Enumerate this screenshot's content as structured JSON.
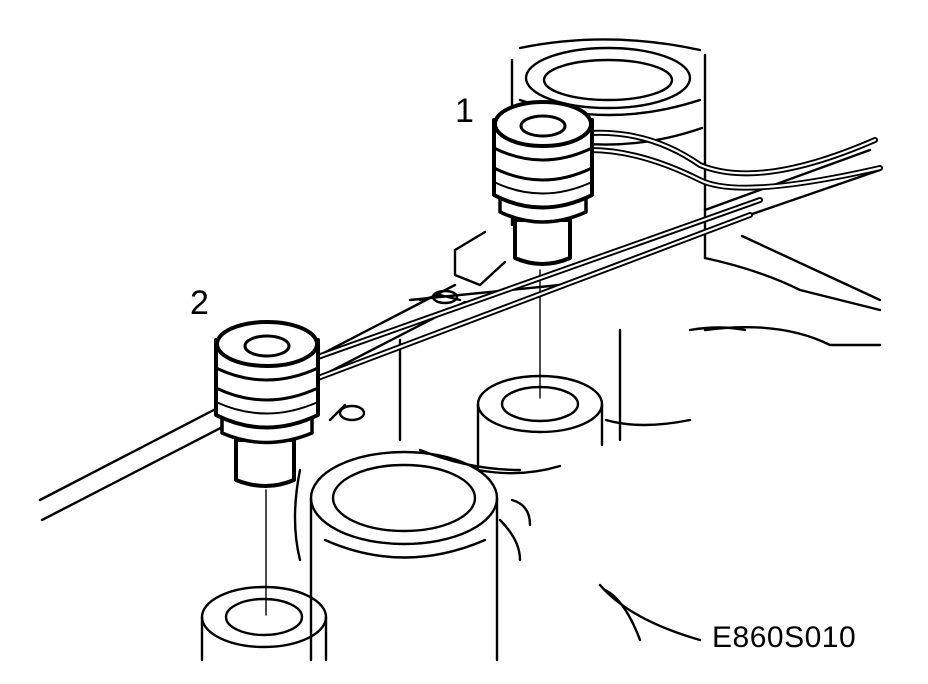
{
  "callouts": {
    "one": "1",
    "two": "2"
  },
  "figure_code": "E860S010",
  "colors": {
    "ink": "#000000",
    "paper": "#ffffff"
  },
  "icons": {
    "connector_1": "electrical-connector-icon",
    "connector_2": "electrical-connector-icon"
  }
}
